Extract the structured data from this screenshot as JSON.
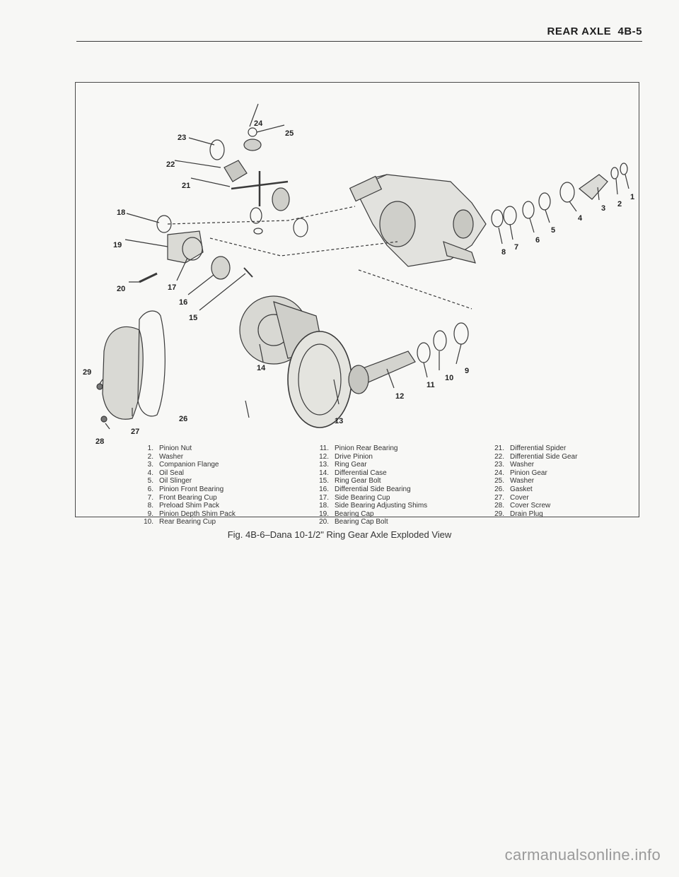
{
  "header": {
    "title": "REAR AXLE",
    "page": "4B-5"
  },
  "callouts": [
    "1",
    "2",
    "3",
    "4",
    "5",
    "6",
    "7",
    "8",
    "9",
    "10",
    "11",
    "12",
    "13",
    "14",
    "15",
    "16",
    "17",
    "18",
    "19",
    "20",
    "21",
    "22",
    "23",
    "24",
    "25",
    "26",
    "27",
    "28",
    "29"
  ],
  "legend": {
    "col1": [
      {
        "n": "1.",
        "t": "Pinion Nut"
      },
      {
        "n": "2.",
        "t": "Washer"
      },
      {
        "n": "3.",
        "t": "Companion Flange"
      },
      {
        "n": "4.",
        "t": "Oil Seal"
      },
      {
        "n": "5.",
        "t": "Oil Slinger"
      },
      {
        "n": "6.",
        "t": "Pinion Front Bearing"
      },
      {
        "n": "7.",
        "t": "Front Bearing Cup"
      },
      {
        "n": "8.",
        "t": "Preload Shim Pack"
      },
      {
        "n": "9.",
        "t": "Pinion Depth Shim Pack"
      },
      {
        "n": "10.",
        "t": "Rear Bearing Cup"
      }
    ],
    "col2": [
      {
        "n": "11.",
        "t": "Pinion Rear Bearing"
      },
      {
        "n": "12.",
        "t": "Drive Pinion"
      },
      {
        "n": "13.",
        "t": "Ring Gear"
      },
      {
        "n": "14.",
        "t": "Differential Case"
      },
      {
        "n": "15.",
        "t": "Ring Gear Bolt"
      },
      {
        "n": "16.",
        "t": "Differential Side Bearing"
      },
      {
        "n": "17.",
        "t": "Side Bearing Cup"
      },
      {
        "n": "18.",
        "t": "Side Bearing Adjusting Shims"
      },
      {
        "n": "19.",
        "t": "Bearing Cap"
      },
      {
        "n": "20.",
        "t": "Bearing Cap Bolt"
      }
    ],
    "col3": [
      {
        "n": "21.",
        "t": "Differential Spider"
      },
      {
        "n": "22.",
        "t": "Differential Side Gear"
      },
      {
        "n": "23.",
        "t": "Washer"
      },
      {
        "n": "24.",
        "t": "Pinion Gear"
      },
      {
        "n": "25.",
        "t": "Washer"
      },
      {
        "n": "26.",
        "t": "Gasket"
      },
      {
        "n": "27.",
        "t": "Cover"
      },
      {
        "n": "28.",
        "t": "Cover Screw"
      },
      {
        "n": "29.",
        "t": "Drain Plug"
      }
    ]
  },
  "caption": "Fig. 4B-6–Dana 10-1/2\" Ring Gear Axle Exploded View",
  "watermark": "carmanualsonline.info"
}
